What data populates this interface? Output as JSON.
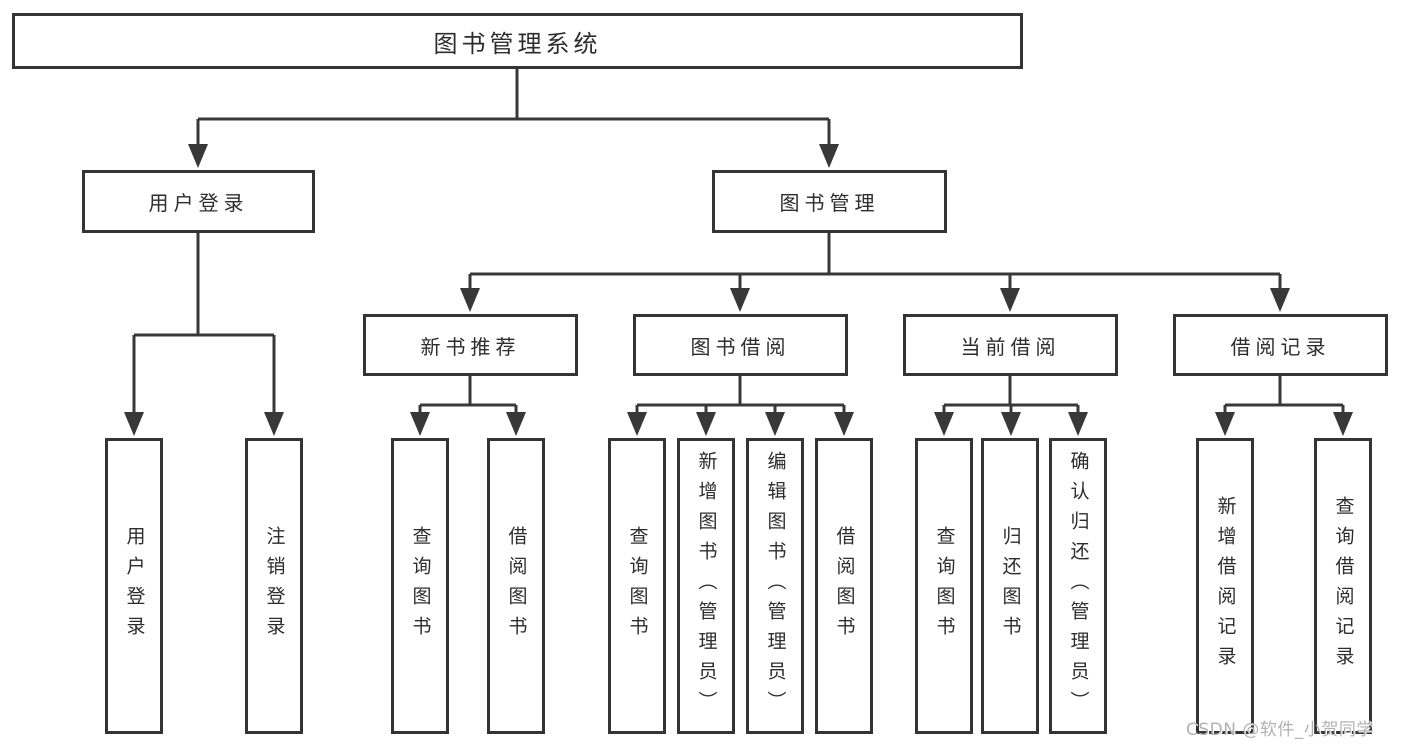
{
  "colors": {
    "line": "#383838",
    "border": "#343434",
    "text": "#2d2d2d",
    "watermark": "#b2b2b2",
    "box_bg": "#ffffff"
  },
  "diagram": {
    "root": {
      "label": "图书管理系统"
    },
    "level1": [
      {
        "label": "用户登录"
      },
      {
        "label": "图书管理"
      }
    ],
    "level2": [
      {
        "label": "新书推荐"
      },
      {
        "label": "图书借阅"
      },
      {
        "label": "当前借阅"
      },
      {
        "label": "借阅记录"
      }
    ],
    "leaves": {
      "login": [
        "用户登录",
        "注销登录"
      ],
      "recommend": [
        "查询图书",
        "借阅图书"
      ],
      "borrow": [
        "查询图书",
        "新增图书（管理员）",
        "编辑图书（管理员）",
        "借阅图书"
      ],
      "current": [
        "查询图书",
        "归还图书",
        "确认归还（管理员）"
      ],
      "records": [
        "新增借阅记录",
        "查询借阅记录"
      ]
    }
  },
  "watermark": {
    "text": "CSDN @软件_小贺同学"
  }
}
